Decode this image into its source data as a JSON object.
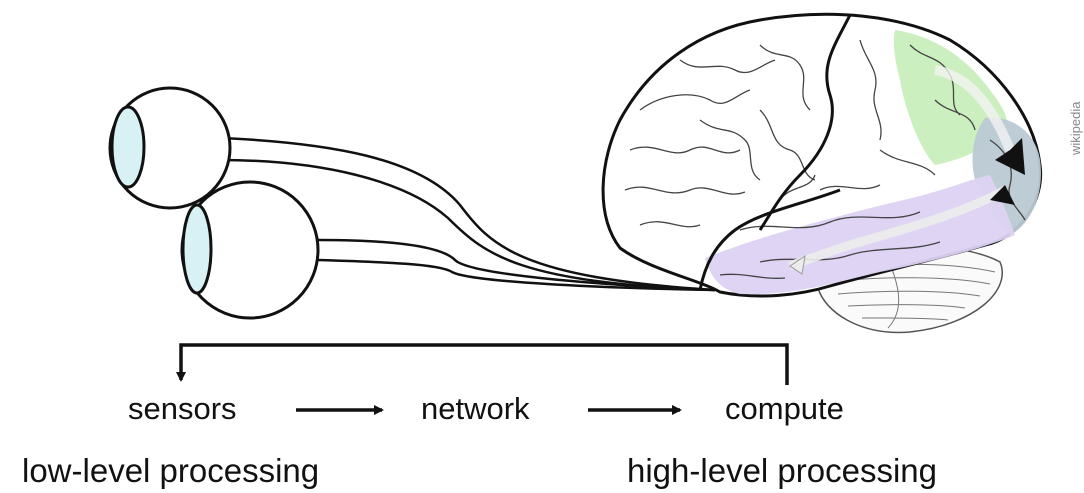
{
  "flow": {
    "sensors": "sensors",
    "network": "network",
    "compute": "compute"
  },
  "levels": {
    "low": "low-level processing",
    "high": "high-level processing"
  },
  "credit": "wikipedia",
  "colors": {
    "eye_iris": "#d8f1f4",
    "brain_frontal_green": "#c9eebc",
    "brain_temporal_purple": "#ddd2f2",
    "brain_occipital_blue": "#b9c9d3",
    "line": "#111111"
  },
  "icons": [
    "eye-icon",
    "eye-icon",
    "brain-icon",
    "arrow-right-icon",
    "arrow-right-icon",
    "arrow-down-icon"
  ]
}
